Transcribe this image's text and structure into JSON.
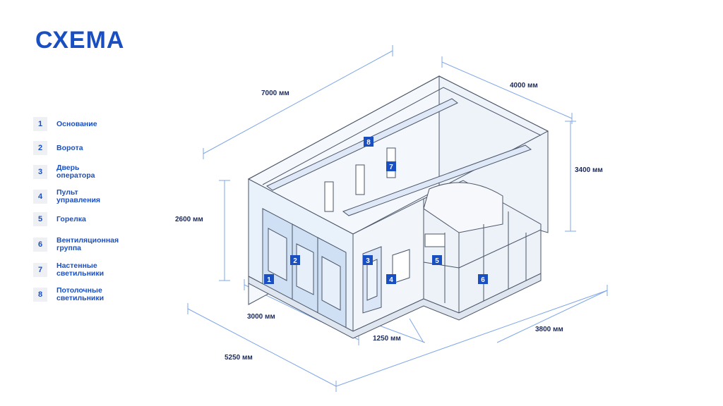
{
  "title": "СХЕМА",
  "legend": [
    {
      "num": "1",
      "label": "Основание"
    },
    {
      "num": "2",
      "label": "Ворота"
    },
    {
      "num": "3",
      "label": "Дверь\nоператора"
    },
    {
      "num": "4",
      "label": "Пульт\nуправления"
    },
    {
      "num": "5",
      "label": "Горелка"
    },
    {
      "num": "6",
      "label": "Вентиляционная\nгруппа"
    },
    {
      "num": "7",
      "label": "Настенные\nсветильники"
    },
    {
      "num": "8",
      "label": "Потолочные\nсветильники"
    }
  ],
  "dimensions": {
    "length": "7000 мм",
    "width": "4000 мм",
    "height_total": "3400 мм",
    "height_gate": "2600 мм",
    "gate_width": "3000 мм",
    "front_total": "5250 мм",
    "offset": "1250 мм",
    "module_depth": "3800 мм"
  },
  "colors": {
    "brand": "#1a4fc1",
    "tag": "#1a4fc1",
    "dimension_line": "#7fa7e8",
    "wall_fill": "#e9f1fb",
    "line": "#4a5568"
  }
}
